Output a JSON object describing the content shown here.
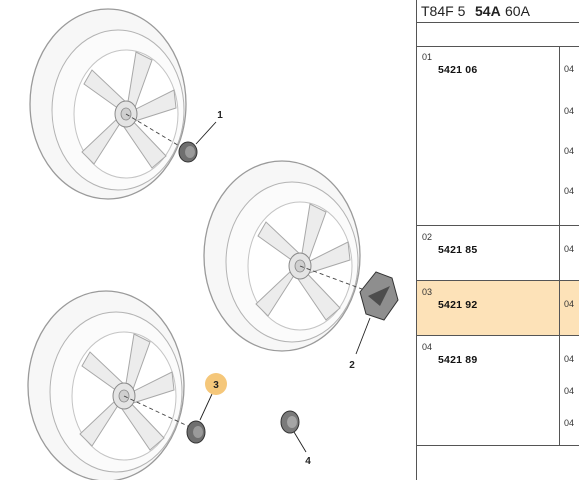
{
  "header": {
    "part1": "T84F 5",
    "part2": "54A",
    "part3": "60A"
  },
  "callouts": [
    "1",
    "2",
    "3",
    "4"
  ],
  "highlight_color": "#f5c77a",
  "rows": [
    {
      "index": "01",
      "ref": "5421 06",
      "qty": [
        "04",
        "04",
        "04",
        "04"
      ]
    },
    {
      "index": "02",
      "ref": "5421 85",
      "qty": [
        "04"
      ]
    },
    {
      "index": "03",
      "ref": "5421 92",
      "qty": [
        "04"
      ]
    },
    {
      "index": "04",
      "ref": "5421 89",
      "qty": [
        "04",
        "04",
        "04"
      ]
    }
  ]
}
